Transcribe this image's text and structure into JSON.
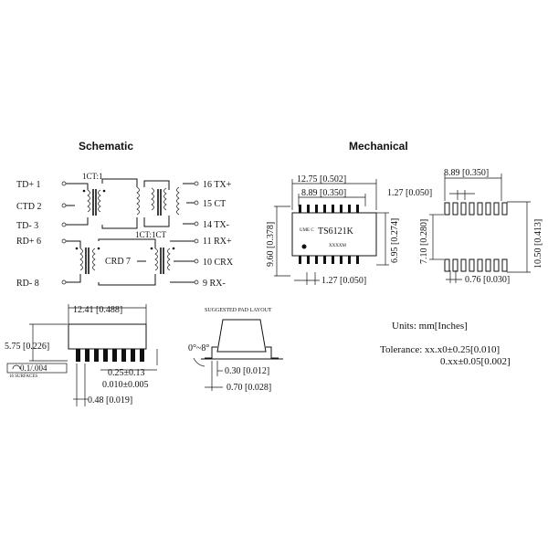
{
  "headings": {
    "schematic": "Schematic",
    "mechanical": "Mechanical"
  },
  "schematic": {
    "pins_left": [
      "TD+ 1",
      "CTD 2",
      "TD- 3",
      "RD+ 6",
      "RD- 8"
    ],
    "pins_right": [
      "16 TX+",
      "15 CT",
      "14 TX-",
      "11 RX+",
      "10 CRX",
      "9 RX-"
    ],
    "ratio_top": "1CT:1",
    "ratio_bottom": "1CT:1CT",
    "crd": "CRD 7"
  },
  "top_view": {
    "width": "12.75 [0.502]",
    "pin_span": "8.89 [0.350]",
    "height_left": "9.60 [0.378]",
    "height_right": "6.95 [0.274]",
    "pitch": "1.27 [0.050]",
    "logo": "UME C",
    "part": "TS6121K",
    "code": "XXXXM"
  },
  "pad_layout": {
    "span": "8.89 [0.350]",
    "pitch": "1.27 [0.050]",
    "inner": "7.10 [0.280]",
    "outer": "10.50 [0.413]",
    "pad_width": "0.76 [0.030]"
  },
  "side_view": {
    "length": "12.41 [0.488]",
    "height": "5.75 [0.226]",
    "lead": "0.25±0.13",
    "lead_in": "0.010±0.005",
    "coplanarity": "0.1/.004",
    "surfaces": "16 SURFACES",
    "foot": "0.48 [0.019]"
  },
  "end_view": {
    "title": "SUGGESTED PAD LAYOUT",
    "angle": "0°~8°",
    "lead_thk": "0.30 [0.012]",
    "foot_len": "0.70 [0.028]"
  },
  "notes": {
    "units": "Units: mm[Inches]",
    "tol1": "Tolerance: xx.x0±0.25[0.010]",
    "tol2": "0.xx±0.05[0.002]"
  }
}
